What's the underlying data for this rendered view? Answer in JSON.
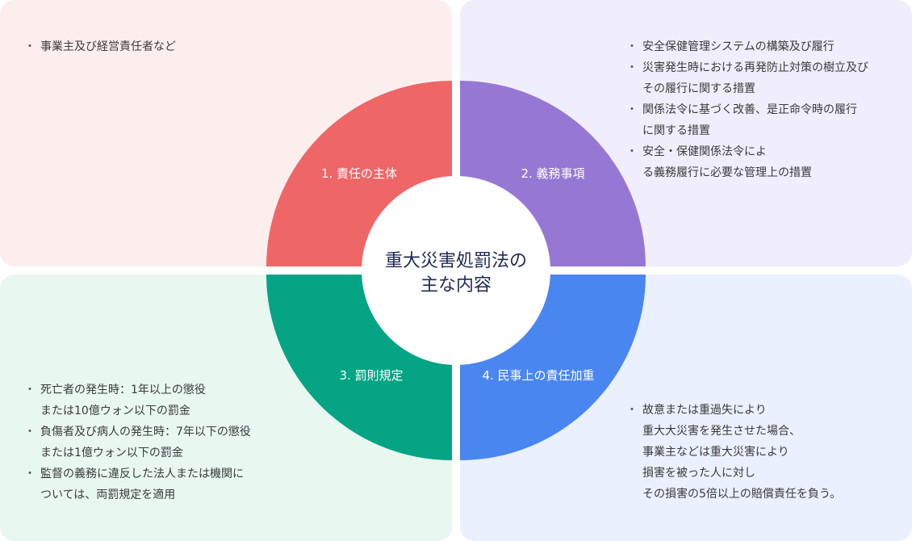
{
  "center_title": {
    "line1": "重大災害処罰法の",
    "line2": "主な内容"
  },
  "quadrants": [
    {
      "label": "1. 責任の主体",
      "color": "#ef6667",
      "panel_color": "#fdeeee",
      "items": [
        "事業主及び経営責任者など"
      ]
    },
    {
      "label": "2. 義務事項",
      "color": "#9678d4",
      "panel_color": "#f0eefc",
      "items": [
        "安全保健管理システムの構築及び履行",
        "災害発生時における再発防止対策の樹立及び\nその履行に関する措置",
        "関係法令に基づく改善、是正命令時の履行\nに関する措置",
        "安全・保健関係法令によ\nる義務履行に必要な管理上の措置"
      ]
    },
    {
      "label": "3. 罰則規定",
      "color": "#04a484",
      "panel_color": "#e8f7f0",
      "items": [
        "死亡者の発生時：1年以上の懲役\nまたは10億ウォン以下の罰金",
        "負傷者及び病人の発生時：7年以下の懲役\nまたは1億ウォン以下の罰金",
        "監督の義務に違反した法人または機関に\nついては、両罰規定を適用"
      ]
    },
    {
      "label": "4. 民事上の責任加重",
      "color": "#4a86ef",
      "panel_color": "#eaf0fd",
      "items": [
        "故意または重過失により\n重大大災害を発生させた場合、\n事業主などは重大災害により\n損害を被った人に対し\nその損害の5倍以上の賠償責任を負う。"
      ]
    }
  ]
}
